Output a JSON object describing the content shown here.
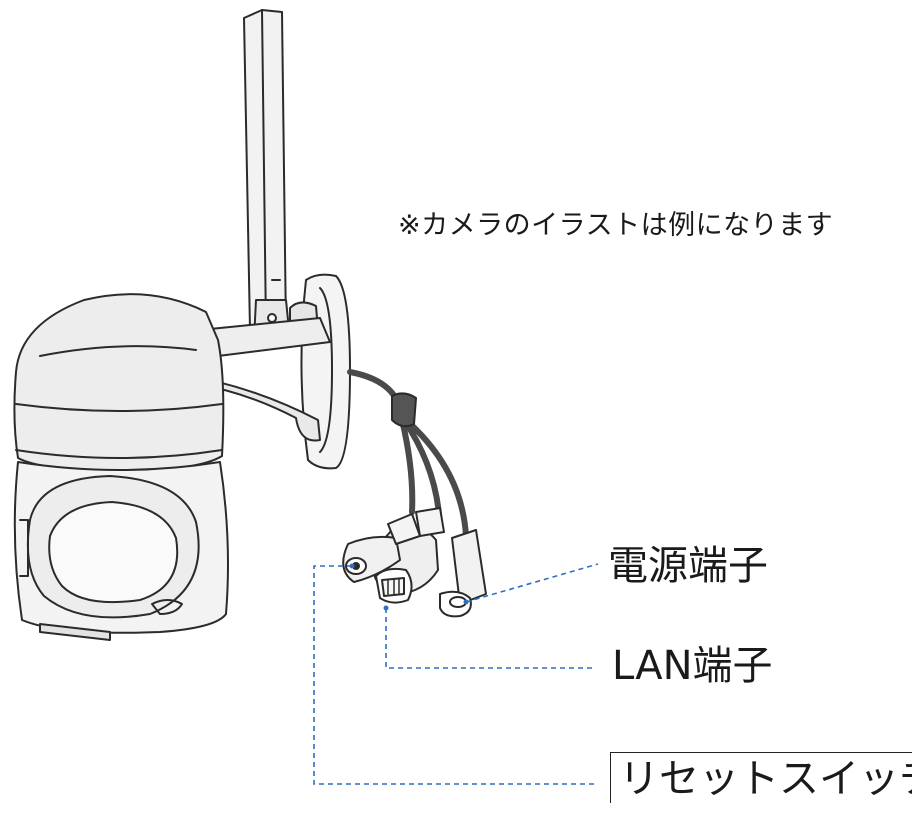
{
  "note": "※カメラのイラストは例になります",
  "callouts": {
    "power": "電源端子",
    "lan": "LAN端子",
    "reset": "リセットスイッチ"
  },
  "colors": {
    "leader_line": "#2f6fbf",
    "outline": "#2b2b2b",
    "body_fill": "#ededed",
    "cable": "#555555"
  }
}
